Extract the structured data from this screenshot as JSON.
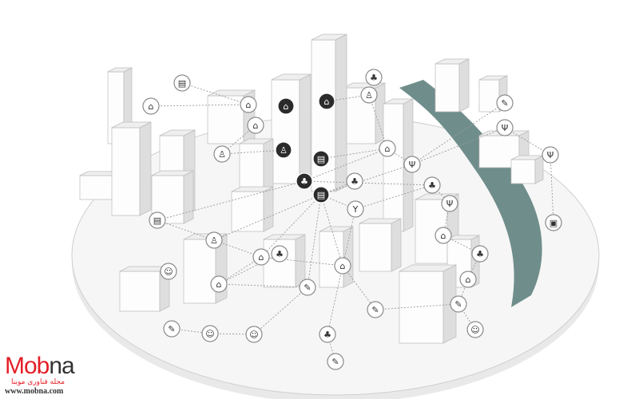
{
  "diagram": {
    "colors": {
      "river": "#6f8e8b",
      "ground": "#f4f4f4",
      "building": "#fbfbfb",
      "edge": "#b9b9b9",
      "node_dark": "#2b2b2b"
    }
  },
  "watermark": {
    "logo_main": "Mob",
    "logo_accent": "na",
    "subtitle": "مجله فناوری موبنا",
    "url": "www.mobna.com"
  }
}
